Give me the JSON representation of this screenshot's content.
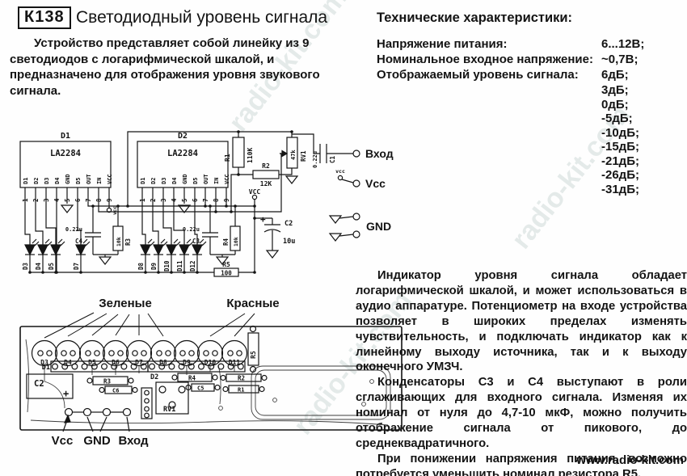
{
  "header": {
    "code": "К138",
    "title": "Светодиодный уровень сигнала"
  },
  "intro": "Устройство представляет собой линейку из 9 светодиодов с логарифмической шкалой, и предназначено для отображения уровня звукового сигнала.",
  "specs": {
    "heading": "Технические характеристики:",
    "rows": [
      {
        "label": "Напряжение питания:",
        "value": "6...12В;"
      },
      {
        "label": "Номинальное входное напряжение:",
        "value": "~0,7В;"
      },
      {
        "label": "Отображаемый уровень сигнала:",
        "value": "6дБ;"
      }
    ],
    "levels": [
      "3дБ;",
      "0дБ;",
      "-5дБ;",
      "-10дБ;",
      "-15дБ;",
      "-21дБ;",
      "-26дБ;",
      "-31дБ;"
    ]
  },
  "schematic": {
    "ic1_ref": "D1",
    "ic2_ref": "D2",
    "ic_part": "LA2284",
    "pins": [
      "D1",
      "D2",
      "D3",
      "D4",
      "GND",
      "D5",
      "OUT",
      "IN",
      "VCC"
    ],
    "pin_numbers": [
      "1",
      "2",
      "3",
      "4",
      "5",
      "6",
      "7",
      "8",
      "9"
    ],
    "leds_left": [
      "D3",
      "D4",
      "D5",
      "D7"
    ],
    "leds_right": [
      "D8",
      "D9",
      "D10",
      "D11",
      "D12"
    ],
    "r1_ref": "R1",
    "r1_val": "110K",
    "r2_ref": "R2",
    "r2_val": "12K",
    "r3_ref": "R3",
    "r3_val": "10k",
    "r4_ref": "R4",
    "r4_val": "10k",
    "r5_ref": "R5",
    "r5_val": "100",
    "rv1_ref": "RV1",
    "rv1_val": "47k",
    "c1_ref": "C1",
    "c1_val": "0.22u",
    "c2_ref": "C2",
    "c2_val": "10u",
    "c3_ref": "C3",
    "c3_val": "0.22u",
    "c4_ref": "C4",
    "c4_val": "0.22u",
    "vcc_small": "vcc",
    "vcc_big": "VCC",
    "t_input": "Вход",
    "t_vcc": "Vcc",
    "t_gnd": "GND"
  },
  "pcb": {
    "green_label": "Зеленые",
    "red_label": "Красные",
    "leds": [
      "D3",
      "D4",
      "D5",
      "D6",
      "D7",
      "D8",
      "D9",
      "D10",
      "D11"
    ],
    "refs": {
      "d1": "D1",
      "d2": "D2",
      "c2": "C2",
      "plus": "+",
      "r3": "R3",
      "c6": "C6",
      "rv1": "RV1",
      "r4": "R4",
      "c5": "C5",
      "r2": "R2",
      "r1": "R1",
      "r5": "R5"
    },
    "t_vcc": "Vcc",
    "t_gnd": "GND",
    "t_input": "Вход"
  },
  "body": {
    "p1": "Индикатор уровня сигнала обладает логарифмической шкалой, и может использоваться в аудио аппаратуре. Потенциометр на входе устройства позволяет в широких пределах изменять чувствительность, и подключать индикатор как к линейному выходу источника, так и к выходу оконечного УМЗЧ.",
    "p2": "Конденсаторы С3 и С4 выступают в роли сглаживающих для входного сигнала. Изменяя их номинал от нуля до 4,7-10 мкФ, можно получить отображение сигнала от пикового, до среднеквадратичного.",
    "p3": "При понижении напряжения питания, возможно потребуется уменьшить номинал резистора R5."
  },
  "footer": {
    "url": "www.radio-kit.com"
  },
  "watermark": "radio-kit.com"
}
